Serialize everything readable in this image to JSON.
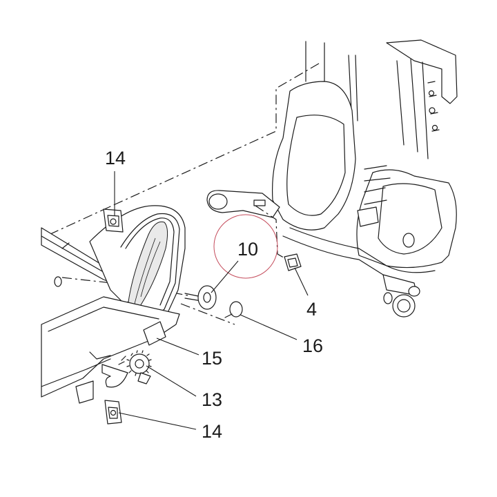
{
  "callouts": [
    {
      "id": "c14a",
      "label": "14"
    },
    {
      "id": "c10",
      "label": "10"
    },
    {
      "id": "c4",
      "label": "4"
    },
    {
      "id": "c16",
      "label": "16"
    },
    {
      "id": "c15",
      "label": "15"
    },
    {
      "id": "c13",
      "label": "13"
    },
    {
      "id": "c14b",
      "label": "14"
    }
  ],
  "colors": {
    "line": "#1a1a1a",
    "highlight": "#c44a5a",
    "background": "#ffffff"
  }
}
